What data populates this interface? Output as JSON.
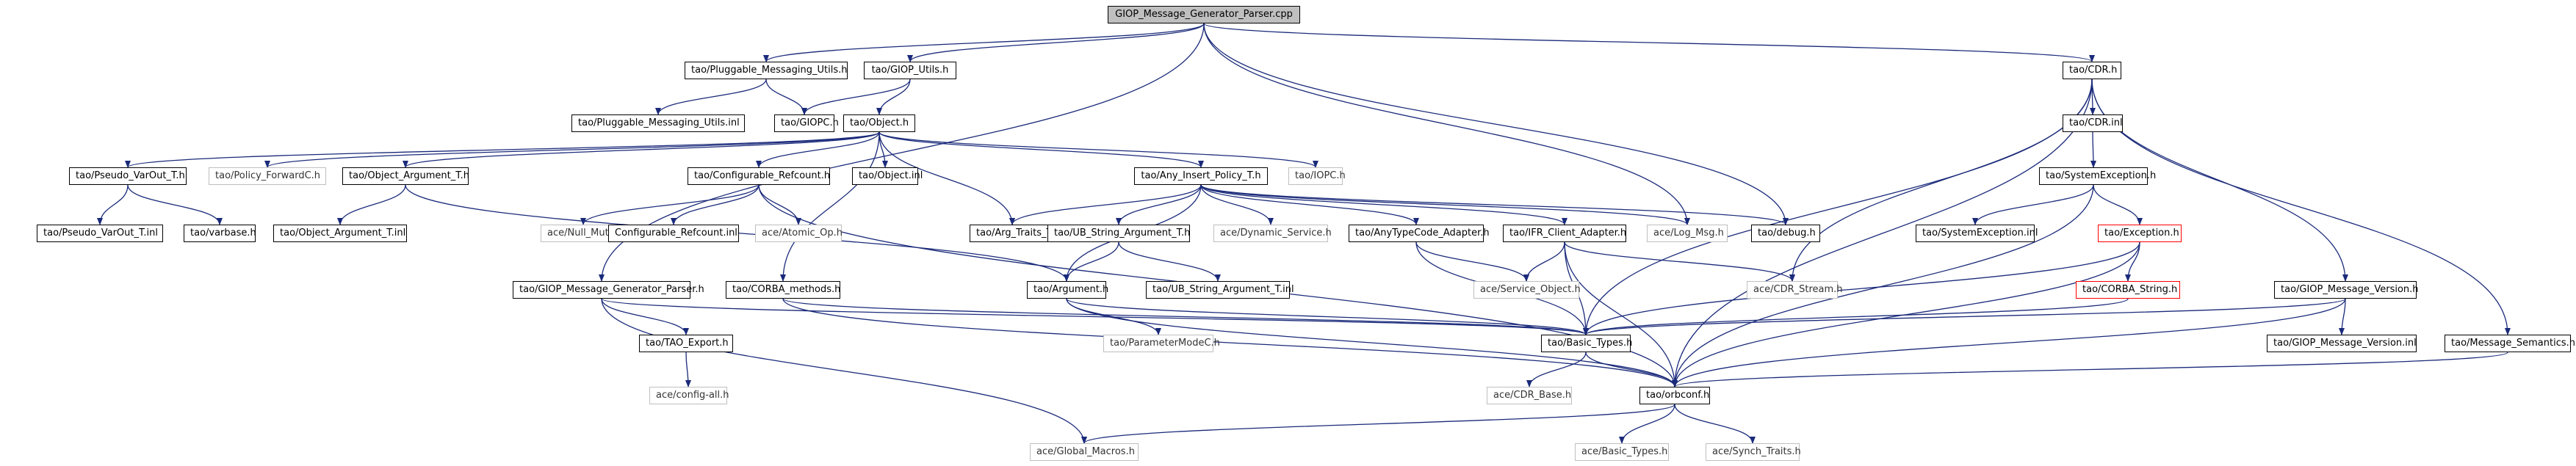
{
  "nodes": {
    "root": {
      "label": "GIOP_Message_Generator_Parser.cpp",
      "style": "root"
    },
    "pmu_h": {
      "label": "tao/Pluggable_Messaging_Utils.h"
    },
    "giop_utils_h": {
      "label": "tao/GIOP_Utils.h"
    },
    "pmu_inl": {
      "label": "tao/Pluggable_Messaging_Utils.inl"
    },
    "giopc_h": {
      "label": "tao/GIOPC.h"
    },
    "object_h": {
      "label": "tao/Object.h"
    },
    "pseudo_varout_t_h": {
      "label": "tao/Pseudo_VarOut_T.h"
    },
    "policy_forwardc_h": {
      "label": "tao/Policy_ForwardC.h",
      "style": "ext"
    },
    "object_argument_t_h": {
      "label": "tao/Object_Argument_T.h"
    },
    "configurable_refcount_h": {
      "label": "tao/Configurable_Refcount.h"
    },
    "object_inl": {
      "label": "tao/Object.inl"
    },
    "any_insert_policy_t_h": {
      "label": "tao/Any_Insert_Policy_T.h"
    },
    "iopc_h": {
      "label": "tao/IOPC.h",
      "style": "ext"
    },
    "pseudo_varout_t_inl": {
      "label": "tao/Pseudo_VarOut_T.inl"
    },
    "varbase_h": {
      "label": "tao/varbase.h"
    },
    "object_argument_t_inl": {
      "label": "tao/Object_Argument_T.inl"
    },
    "null_mutex_h": {
      "label": "ace/Null_Mutex.h",
      "style": "ext"
    },
    "configurable_refcount_inl": {
      "label": "Configurable_Refcount.inl"
    },
    "atomic_op_h": {
      "label": "ace/Atomic_Op.h",
      "style": "ext"
    },
    "arg_traits_t_h": {
      "label": "tao/Arg_Traits_T.h"
    },
    "ub_string_argument_t_h": {
      "label": "tao/UB_String_Argument_T.h"
    },
    "dynamic_service_h": {
      "label": "ace/Dynamic_Service.h",
      "style": "ext"
    },
    "anytypecode_adapter_h": {
      "label": "tao/AnyTypeCode_Adapter.h"
    },
    "ifr_client_adapter_h": {
      "label": "tao/IFR_Client_Adapter.h"
    },
    "log_msg_h": {
      "label": "ace/Log_Msg.h",
      "style": "ext"
    },
    "debug_h": {
      "label": "tao/debug.h"
    },
    "cdr_h": {
      "label": "tao/CDR.h"
    },
    "cdr_inl": {
      "label": "tao/CDR.inl"
    },
    "systemexception_h": {
      "label": "tao/SystemException.h"
    },
    "systemexception_inl": {
      "label": "tao/SystemException.inl"
    },
    "exception_h": {
      "label": "tao/Exception.h",
      "style": "red"
    },
    "corba_string_h": {
      "label": "tao/CORBA_String.h",
      "style": "red"
    },
    "giop_message_generator_parser_h": {
      "label": "tao/GIOP_Message_Generator_Parser.h"
    },
    "corba_methods_h": {
      "label": "tao/CORBA_methods.h"
    },
    "argument_h": {
      "label": "tao/Argument.h"
    },
    "ub_string_argument_t_inl": {
      "label": "tao/UB_String_Argument_T.inl"
    },
    "service_object_h": {
      "label": "ace/Service_Object.h",
      "style": "ext"
    },
    "cdr_stream_h": {
      "label": "ace/CDR_Stream.h",
      "style": "ext"
    },
    "giop_message_version_h": {
      "label": "tao/GIOP_Message_Version.h"
    },
    "tao_export_h": {
      "label": "tao/TAO_Export.h"
    },
    "parametermodec_h": {
      "label": "tao/ParameterModeC.h",
      "style": "ext"
    },
    "basic_types_h": {
      "label": "tao/Basic_Types.h"
    },
    "giop_message_version_inl": {
      "label": "tao/GIOP_Message_Version.inl"
    },
    "message_semantics_h": {
      "label": "tao/Message_Semantics.h"
    },
    "config_all_h": {
      "label": "ace/config-all.h",
      "style": "ext"
    },
    "cdr_base_h": {
      "label": "ace/CDR_Base.h",
      "style": "ext"
    },
    "orbconf_h": {
      "label": "tao/orbconf.h"
    },
    "global_macros_h": {
      "label": "ace/Global_Macros.h",
      "style": "ext"
    },
    "ace_basic_types_h": {
      "label": "ace/Basic_Types.h",
      "style": "ext"
    },
    "synch_traits_h": {
      "label": "ace/Synch_Traits.h",
      "style": "ext"
    }
  },
  "edges": [
    [
      "root",
      "pmu_h"
    ],
    [
      "root",
      "giop_utils_h"
    ],
    [
      "root",
      "cdr_h"
    ],
    [
      "root",
      "giop_message_generator_parser_h"
    ],
    [
      "root",
      "log_msg_h"
    ],
    [
      "root",
      "debug_h"
    ],
    [
      "pmu_h",
      "pmu_inl"
    ],
    [
      "pmu_h",
      "giopc_h"
    ],
    [
      "giop_utils_h",
      "giopc_h"
    ],
    [
      "giop_utils_h",
      "object_h"
    ],
    [
      "object_h",
      "pseudo_varout_t_h"
    ],
    [
      "object_h",
      "policy_forwardc_h"
    ],
    [
      "object_h",
      "object_argument_t_h"
    ],
    [
      "object_h",
      "configurable_refcount_h"
    ],
    [
      "object_h",
      "object_inl"
    ],
    [
      "object_h",
      "any_insert_policy_t_h"
    ],
    [
      "object_h",
      "iopc_h"
    ],
    [
      "object_h",
      "arg_traits_t_h"
    ],
    [
      "object_h",
      "corba_methods_h"
    ],
    [
      "pseudo_varout_t_h",
      "pseudo_varout_t_inl"
    ],
    [
      "pseudo_varout_t_h",
      "varbase_h"
    ],
    [
      "object_argument_t_h",
      "object_argument_t_inl"
    ],
    [
      "object_argument_t_h",
      "argument_h"
    ],
    [
      "configurable_refcount_h",
      "null_mutex_h"
    ],
    [
      "configurable_refcount_h",
      "configurable_refcount_inl"
    ],
    [
      "configurable_refcount_h",
      "atomic_op_h"
    ],
    [
      "configurable_refcount_h",
      "orbconf_h"
    ],
    [
      "any_insert_policy_t_h",
      "arg_traits_t_h"
    ],
    [
      "any_insert_policy_t_h",
      "ub_string_argument_t_h"
    ],
    [
      "any_insert_policy_t_h",
      "dynamic_service_h"
    ],
    [
      "any_insert_policy_t_h",
      "anytypecode_adapter_h"
    ],
    [
      "any_insert_policy_t_h",
      "ifr_client_adapter_h"
    ],
    [
      "any_insert_policy_t_h",
      "log_msg_h"
    ],
    [
      "any_insert_policy_t_h",
      "debug_h"
    ],
    [
      "any_insert_policy_t_h",
      "argument_h"
    ],
    [
      "ub_string_argument_t_h",
      "argument_h"
    ],
    [
      "ub_string_argument_t_h",
      "ub_string_argument_t_inl"
    ],
    [
      "anytypecode_adapter_h",
      "service_object_h"
    ],
    [
      "anytypecode_adapter_h",
      "basic_types_h"
    ],
    [
      "ifr_client_adapter_h",
      "service_object_h"
    ],
    [
      "ifr_client_adapter_h",
      "cdr_stream_h"
    ],
    [
      "ifr_client_adapter_h",
      "basic_types_h"
    ],
    [
      "ifr_client_adapter_h",
      "orbconf_h"
    ],
    [
      "cdr_h",
      "cdr_inl"
    ],
    [
      "cdr_h",
      "cdr_stream_h"
    ],
    [
      "cdr_h",
      "giop_message_version_h"
    ],
    [
      "cdr_h",
      "message_semantics_h"
    ],
    [
      "cdr_h",
      "basic_types_h"
    ],
    [
      "cdr_h",
      "orbconf_h"
    ],
    [
      "cdr_inl",
      "systemexception_h"
    ],
    [
      "systemexception_h",
      "systemexception_inl"
    ],
    [
      "systemexception_h",
      "exception_h"
    ],
    [
      "systemexception_h",
      "orbconf_h"
    ],
    [
      "exception_h",
      "corba_string_h"
    ],
    [
      "exception_h",
      "basic_types_h"
    ],
    [
      "exception_h",
      "orbconf_h"
    ],
    [
      "corba_string_h",
      "basic_types_h"
    ],
    [
      "giop_message_generator_parser_h",
      "tao_export_h"
    ],
    [
      "giop_message_generator_parser_h",
      "basic_types_h"
    ],
    [
      "giop_message_generator_parser_h",
      "global_macros_h"
    ],
    [
      "corba_methods_h",
      "basic_types_h"
    ],
    [
      "corba_methods_h",
      "orbconf_h"
    ],
    [
      "argument_h",
      "parametermodec_h"
    ],
    [
      "argument_h",
      "basic_types_h"
    ],
    [
      "argument_h",
      "orbconf_h"
    ],
    [
      "giop_message_version_h",
      "giop_message_version_inl"
    ],
    [
      "giop_message_version_h",
      "basic_types_h"
    ],
    [
      "giop_message_version_h",
      "orbconf_h"
    ],
    [
      "message_semantics_h",
      "orbconf_h"
    ],
    [
      "tao_export_h",
      "config_all_h"
    ],
    [
      "basic_types_h",
      "cdr_base_h"
    ],
    [
      "basic_types_h",
      "orbconf_h"
    ],
    [
      "orbconf_h",
      "global_macros_h"
    ],
    [
      "orbconf_h",
      "ace_basic_types_h"
    ],
    [
      "orbconf_h",
      "synch_traits_h"
    ]
  ]
}
